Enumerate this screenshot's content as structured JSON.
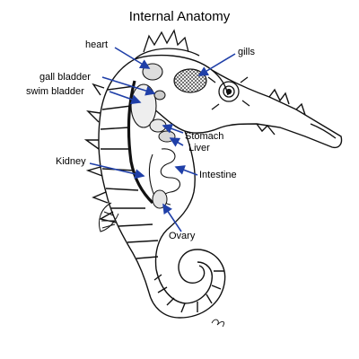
{
  "title": "Internal Anatomy",
  "labels": {
    "heart": "heart",
    "gills": "gills",
    "gall_bladder": "gall bladder",
    "swim_bladder": "swim bladder",
    "stomach": "Stomach",
    "liver": "Liver",
    "intestine": "Intestine",
    "kidney": "Kidney",
    "ovary": "Ovary"
  },
  "colors": {
    "arrow": "#1f3fa8",
    "ink": "#111111",
    "background": "#ffffff"
  },
  "artwork": "seahorse line drawing"
}
